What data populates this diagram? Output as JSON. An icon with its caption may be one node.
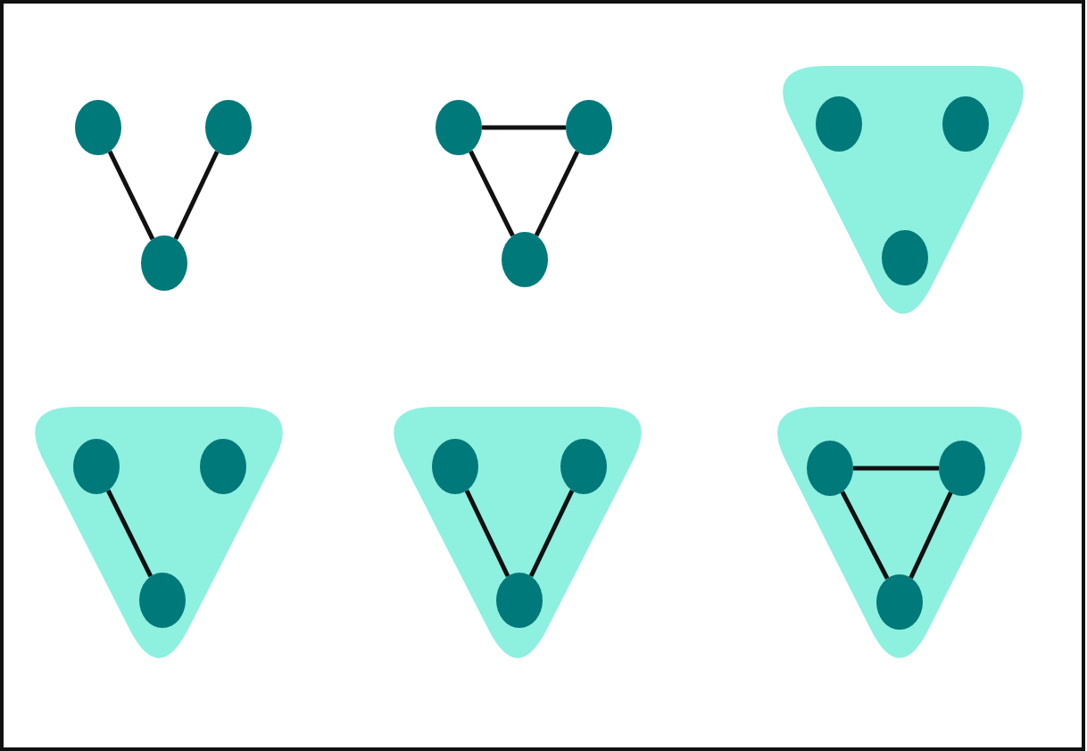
{
  "diagram": {
    "nodes": [
      {
        "text": [],
        "shape": "circle"
      },
      {
        "text": [],
        "shape": "circle"
      },
      {
        "text": [],
        "shape": "circle"
      },
      {
        "text": [],
        "shape": "circle"
      },
      {
        "text": [],
        "shape": "circle"
      },
      {
        "text": [],
        "shape": "circle"
      },
      {
        "text": [],
        "shape": "triangle"
      },
      {
        "text": [],
        "shape": "circle",
        "in": 6
      },
      {
        "text": [],
        "shape": "circle",
        "in": 6
      },
      {
        "text": [],
        "shape": "circle",
        "in": 6
      },
      {
        "text": [],
        "shape": "triangle"
      },
      {
        "text": [],
        "shape": "circle",
        "in": 10
      },
      {
        "text": [],
        "shape": "circle",
        "in": 10
      },
      {
        "text": [],
        "shape": "circle",
        "in": 10
      },
      {
        "text": [],
        "shape": "triangle"
      },
      {
        "text": [],
        "shape": "circle",
        "in": 14
      },
      {
        "text": [],
        "shape": "circle",
        "in": 14
      },
      {
        "text": [],
        "shape": "circle",
        "in": 14
      },
      {
        "text": [],
        "shape": "triangle"
      },
      {
        "text": [],
        "shape": "circle",
        "in": 18
      },
      {
        "text": [],
        "shape": "circle",
        "in": 18
      },
      {
        "text": [],
        "shape": "circle",
        "in": 18
      }
    ],
    "edges": [
      {
        "from": 0,
        "to": 2,
        "arrow": "none"
      },
      {
        "from": 1,
        "to": 2,
        "arrow": "none"
      },
      {
        "from": 3,
        "to": 4,
        "arrow": "none"
      },
      {
        "from": 3,
        "to": 5,
        "arrow": "none"
      },
      {
        "from": 4,
        "to": 5,
        "arrow": "none"
      },
      {
        "from": 11,
        "to": 13,
        "arrow": "none"
      },
      {
        "from": 15,
        "to": 17,
        "arrow": "none"
      },
      {
        "from": 16,
        "to": 17,
        "arrow": "none"
      },
      {
        "from": 19,
        "to": 20,
        "arrow": "none"
      },
      {
        "from": 19,
        "to": 21,
        "arrow": "none"
      },
      {
        "from": 20,
        "to": 21,
        "arrow": "none"
      }
    ]
  }
}
